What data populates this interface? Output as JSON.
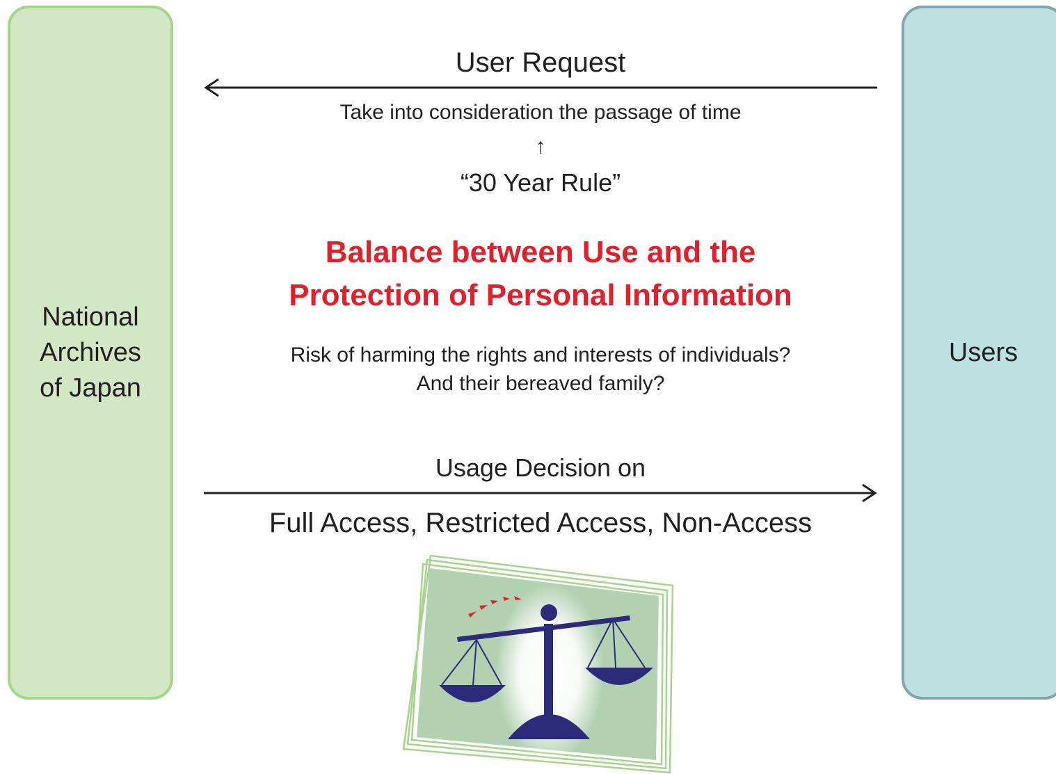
{
  "left_box": {
    "lines": [
      "National",
      "Archives",
      "of Japan"
    ],
    "fill": "#d2e8c4",
    "border": "#a5d48b"
  },
  "right_box": {
    "label": "Users",
    "fill": "#bde0e1",
    "border": "#86a4ad"
  },
  "top_arrow": {
    "label": "User Request",
    "direction": "left"
  },
  "consideration": "Take into consideration the passage of time",
  "up_arrow": "↑",
  "rule": "“30 Year Rule”",
  "headline": {
    "lines": [
      "Balance between Use and the",
      "Protection of Personal Information"
    ],
    "color": "#e3202a"
  },
  "question": {
    "lines": [
      "Risk of harming the rights and interests of individuals?",
      "And their bereaved family?"
    ]
  },
  "bottom_arrow": {
    "label": "Usage Decision on",
    "direction": "right"
  },
  "access_options": "Full Access, Restricted Access, Non-Access",
  "illustration": {
    "icon": "balance-scale-icon",
    "scale_color": "#2d2a7a",
    "accent": "#e3202a",
    "frame_color": "#a5d48b",
    "card_color": "#b2d1b1"
  }
}
